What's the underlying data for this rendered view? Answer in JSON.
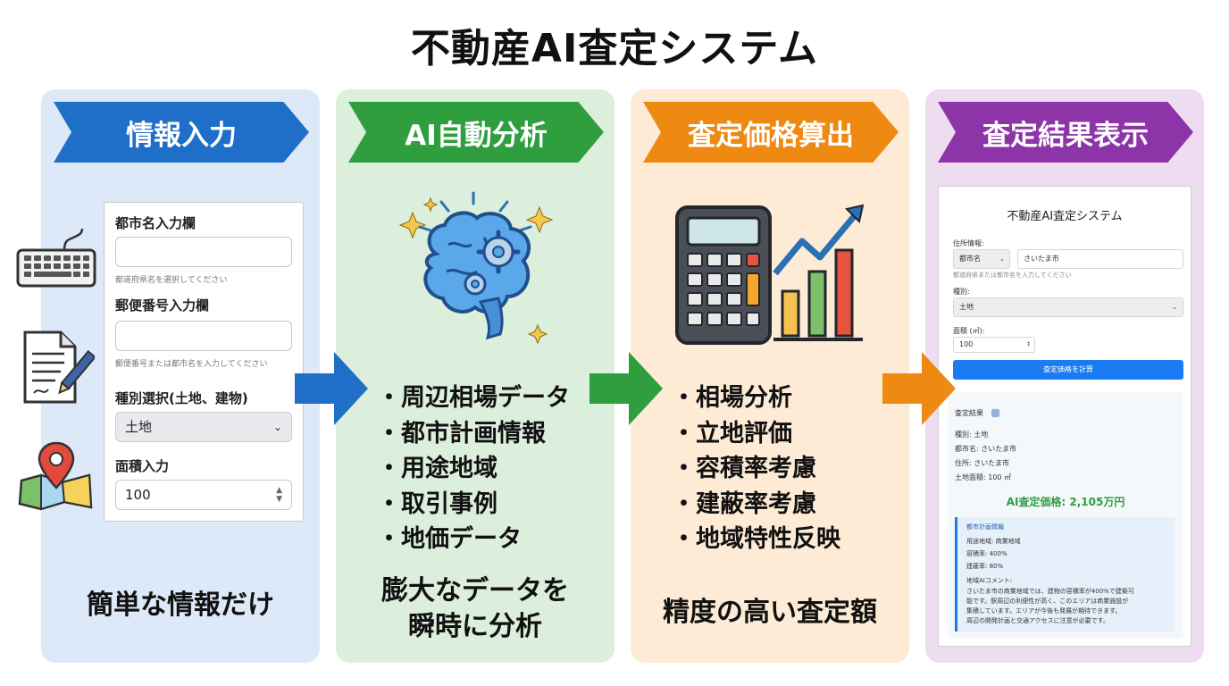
{
  "title": "不動産AI査定システム",
  "colors": {
    "step1": "#1f6fc9",
    "step2": "#2f9e3f",
    "step3": "#ee8a12",
    "step4": "#8d35a8",
    "accent_button": "#1b7bf2",
    "price_text": "#2f9e3f"
  },
  "steps": [
    {
      "heading": "情報入力",
      "caption": "簡単な情報だけ",
      "icons": [
        "keyboard-icon",
        "document-pen-icon",
        "map-pin-icon"
      ],
      "form": {
        "city_label": "都市名入力欄",
        "city_hint": "都道府県名を選択してください",
        "postal_label": "郵便番号入力欄",
        "postal_hint": "郵便番号または都市名を入力してください",
        "type_label": "種別選択(土地、建物)",
        "type_value": "土地",
        "area_label": "面積入力",
        "area_value": "100"
      }
    },
    {
      "heading": "AI自動分析",
      "icon": "brain-gear-icon",
      "bullets": [
        "周辺相場データ",
        "都市計画情報",
        "用途地域",
        "取引事例",
        "地価データ"
      ],
      "caption_line1": "膨大なデータを",
      "caption_line2": "瞬時に分析"
    },
    {
      "heading": "査定価格算出",
      "icon": "calculator-chart-icon",
      "bullets": [
        "相場分析",
        "立地評価",
        "容積率考慮",
        "建蔽率考慮",
        "地域特性反映"
      ],
      "caption": "精度の高い査定額"
    },
    {
      "heading": "査定結果表示",
      "screen": {
        "title": "不動産AI査定システム",
        "address_label": "住所情報:",
        "prefecture_select": "都市名",
        "city_value": "さいたま市",
        "address_hint": "都道府県または都市名を入力してください",
        "type_label": "種別:",
        "type_value": "土地",
        "area_label": "面積 (㎡):",
        "area_value": "100",
        "calc_button": "査定価格を計算",
        "result_heading": "査定結果",
        "result_type": "種別: 土地",
        "result_city": "都市名: さいたま市",
        "result_address": "住所: さいたま市",
        "result_area": "土地面積: 100 ㎡",
        "price": "AI査定価格: 2,105万円",
        "plan_heading": "都市計画情報",
        "plan_zone": "用途地域: 商業地域",
        "plan_far": "容積率: 400%",
        "plan_bcr": "建蔽率: 80%",
        "comment_label": "地域AIコメント:",
        "comment_lines": [
          "さいたま市の商業地域では、建物の容積率が400%で建築可",
          "能です。駅周辺の利便性が高く、このエリアは商業施設が",
          "集積しています。エリアが今後も発展が期待できます。",
          "周辺の開発計画と交通アクセスに注意が必要です。"
        ]
      }
    }
  ]
}
